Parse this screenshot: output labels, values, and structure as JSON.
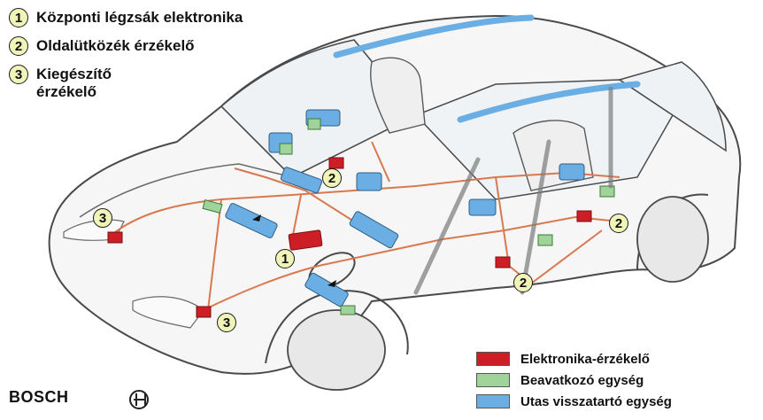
{
  "legend_top": [
    {
      "num": "1",
      "label": "Központi légzsák elektronika"
    },
    {
      "num": "2",
      "label": "Oldalütközék érzékelő"
    },
    {
      "num": "3",
      "label": "Kiegészítő érzékelő"
    }
  ],
  "legend_bottom": [
    {
      "label": "Elektronika-érzékelő",
      "color": "#cc1e24"
    },
    {
      "label": "Beavatkozó egység",
      "color": "#9fd39a"
    },
    {
      "label": "Utas visszatartó egység",
      "color": "#6aaee3"
    }
  ],
  "callouts": [
    "3",
    "2",
    "1",
    "3",
    "2",
    "2"
  ],
  "brand": "BOSCH",
  "colors": {
    "wire": "#d9784f",
    "outline": "#4a4a4a",
    "body": "#f6f6f6"
  }
}
